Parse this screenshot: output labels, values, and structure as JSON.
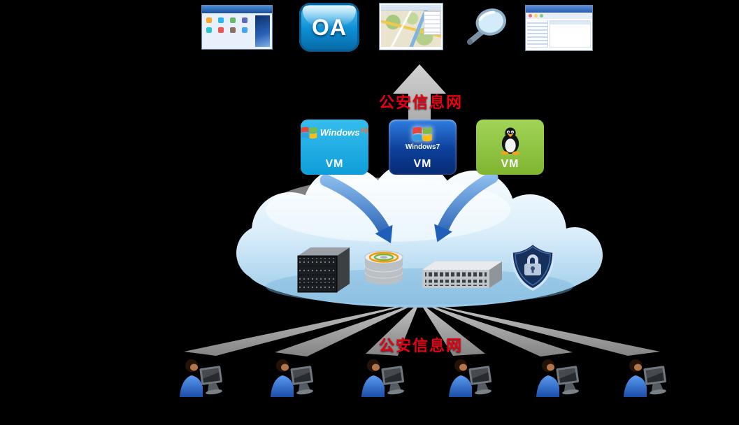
{
  "scene": {
    "type": "cloud-architecture-diagram",
    "background_color": "#000000"
  },
  "network_labels": {
    "top": "公安信息网",
    "bottom": "公安信息网",
    "color": "#e60012"
  },
  "top_apps": {
    "items": [
      {
        "icon": "app-window-icon"
      },
      {
        "icon": "oa-icon",
        "label": "OA",
        "color": "#0b84c6"
      },
      {
        "icon": "map-window-icon"
      },
      {
        "icon": "magnifier-icon"
      },
      {
        "icon": "app-window-icon"
      }
    ]
  },
  "vm_row": [
    {
      "id": "vm-windows-xp",
      "os_name": "Windows",
      "os_version": "xp",
      "vm_label": "VM",
      "color": "#1fade8",
      "icon": "windows-flag-icon"
    },
    {
      "id": "vm-windows-7",
      "os_name": "Windows",
      "os_version": "7",
      "vm_label": "VM",
      "color": "#0d3f9a",
      "icon": "windows-flag-icon"
    },
    {
      "id": "vm-linux",
      "vm_label": "VM",
      "color": "#8dc63f",
      "icon": "linux-tux-icon"
    }
  ],
  "cloud": {
    "fill": "#c9e7f8",
    "infrastructure": [
      "server-rack",
      "database",
      "network-switch",
      "security-shield-lock"
    ],
    "arrow_color": "#1f5fb8"
  },
  "users": {
    "count": 6,
    "icon": "user-workstation-icon"
  }
}
